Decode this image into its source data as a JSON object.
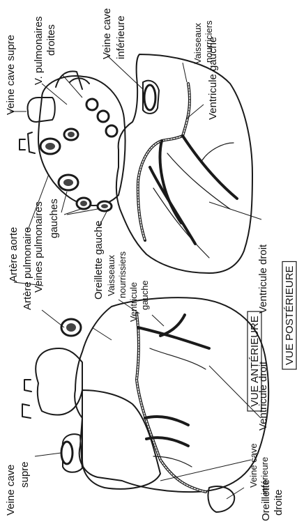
{
  "views": {
    "posterior": {
      "title": "VUE POSTÉRIEURE",
      "labels": {
        "veine_cave_sup": "Veine cave supre",
        "v_pulmonaires_droites_1": "V. pulmonaires",
        "v_pulmonaires_droites_2": "droites",
        "veine_cave_inf_1": "Veine cave",
        "veine_cave_inf_2": "inférieure",
        "vaisseaux_nourriciers_1": "Vaisseaux",
        "vaisseaux_nourriciers_2": "nourriciers",
        "ventricule_gauche": "Ventricule gauche",
        "veines_pulmonaires_gauches_1": "Veines pulmonaires",
        "veines_pulmonaires_gauches_2": "gauches",
        "oreillette_gauche": "Oreillette gauche",
        "ventricule_droit": "Ventricule droit"
      }
    },
    "anterior": {
      "title": "VUE ANTÉRIEURE",
      "labels": {
        "artere_aorte": "Artère aorte",
        "artere_pulmonaire": "Artère pulmonaire",
        "vaisseaux_nourrissiers_1": "Vaisseaux",
        "vaisseaux_nourrissiers_2": "nourrissiers",
        "ventricule_gauche_1": "Ventricule",
        "ventricule_gauche_2": "gauche",
        "ventricule_droit": "Ventricule droit",
        "veine_cave_inf_1": "Veine cave",
        "veine_cave_inf_2": "inférieure",
        "veine_cave_sup_1": "Veine cave",
        "veine_cave_sup_2": "supre",
        "oreillette_droite_1": "Oreillette",
        "oreillette_droite_2": "droite"
      }
    }
  }
}
